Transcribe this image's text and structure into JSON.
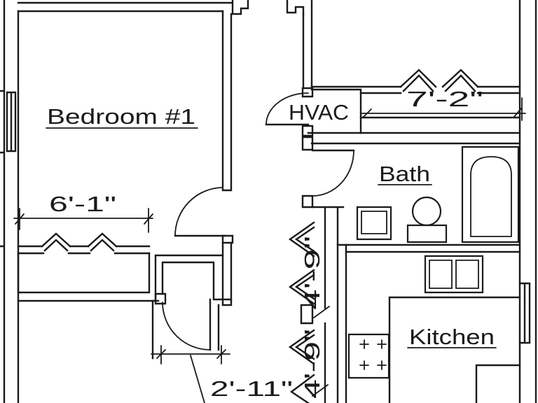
{
  "rooms": {
    "bedroom": "Bedroom #1",
    "hvac": "HVAC",
    "bath": "Bath",
    "kitchen": "Kitchen"
  },
  "dimensions": {
    "bedroom_closet_width": "6'-1\"",
    "upper_closet_width": "7'-2\"",
    "linen_closet_width": "2'-11\"",
    "hall_closet_upper": "4'-9\"",
    "hall_closet_lower": "4'-9\""
  },
  "colors": {
    "line": "#1a1a1a",
    "background": "#ffffff"
  }
}
